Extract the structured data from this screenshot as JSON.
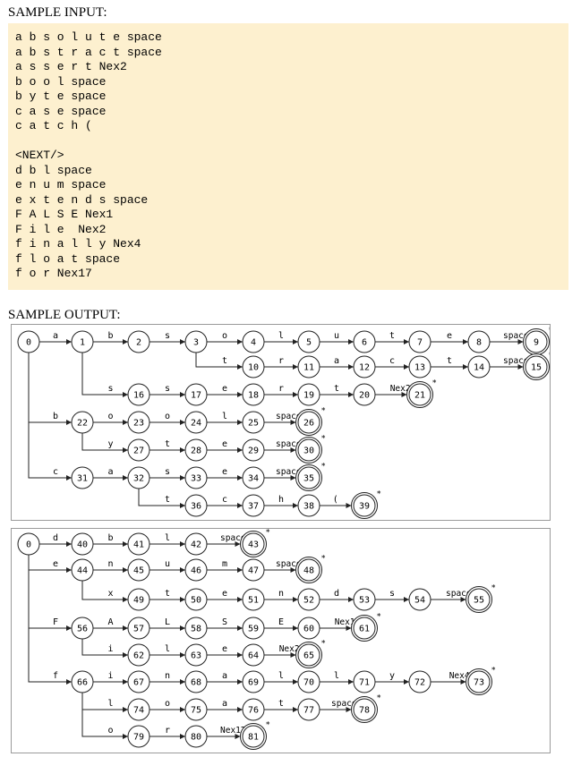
{
  "input_heading": "SAMPLE INPUT:",
  "input_lines": [
    "a b s o l u t e space",
    "a b s t r a c t space",
    "a s s e r t Nex2",
    "b o o l space",
    "b y t e space",
    "c a s e space",
    "c a t c h (",
    "",
    "<NEXT/>",
    "d b l space",
    "e n u m space",
    "e x t e n d s space",
    "F A L S E Nex1",
    "F i l e  Nex2",
    "f i n a l l y Nex4",
    "f l o a t space",
    "f o r Nex17"
  ],
  "output_heading": "SAMPLE OUTPUT:",
  "final_marker": "*",
  "diagrams": [
    {
      "root": "0",
      "edges": [
        [
          "0",
          "1",
          "a"
        ],
        [
          "1",
          "2",
          "b"
        ],
        [
          "2",
          "3",
          "s"
        ],
        [
          "3",
          "4",
          "o"
        ],
        [
          "4",
          "5",
          "l"
        ],
        [
          "5",
          "6",
          "u"
        ],
        [
          "6",
          "7",
          "t"
        ],
        [
          "7",
          "8",
          "e"
        ],
        [
          "8",
          "9",
          "space"
        ],
        [
          "3",
          "10",
          "t"
        ],
        [
          "10",
          "11",
          "r"
        ],
        [
          "11",
          "12",
          "a"
        ],
        [
          "12",
          "13",
          "c"
        ],
        [
          "13",
          "14",
          "t"
        ],
        [
          "14",
          "15",
          "space"
        ],
        [
          "1",
          "16",
          "s"
        ],
        [
          "16",
          "17",
          "s"
        ],
        [
          "17",
          "18",
          "e"
        ],
        [
          "18",
          "19",
          "r"
        ],
        [
          "19",
          "20",
          "t"
        ],
        [
          "20",
          "21",
          "Nex2"
        ],
        [
          "0",
          "22",
          "b"
        ],
        [
          "22",
          "23",
          "o"
        ],
        [
          "23",
          "24",
          "o"
        ],
        [
          "24",
          "25",
          "l"
        ],
        [
          "25",
          "26",
          "space"
        ],
        [
          "22",
          "27",
          "y"
        ],
        [
          "27",
          "28",
          "t"
        ],
        [
          "28",
          "29",
          "e"
        ],
        [
          "29",
          "30",
          "space"
        ],
        [
          "0",
          "31",
          "c"
        ],
        [
          "31",
          "32",
          "a"
        ],
        [
          "32",
          "33",
          "s"
        ],
        [
          "33",
          "34",
          "e"
        ],
        [
          "34",
          "35",
          "space"
        ],
        [
          "32",
          "36",
          "t"
        ],
        [
          "36",
          "37",
          "c"
        ],
        [
          "37",
          "38",
          "h"
        ],
        [
          "38",
          "39",
          "("
        ]
      ],
      "final_states": [
        "9",
        "15",
        "21",
        "26",
        "30",
        "35",
        "39"
      ]
    },
    {
      "root": "0",
      "edges": [
        [
          "0",
          "40",
          "d"
        ],
        [
          "40",
          "41",
          "b"
        ],
        [
          "41",
          "42",
          "l"
        ],
        [
          "42",
          "43",
          "space"
        ],
        [
          "0",
          "44",
          "e"
        ],
        [
          "44",
          "45",
          "n"
        ],
        [
          "45",
          "46",
          "u"
        ],
        [
          "46",
          "47",
          "m"
        ],
        [
          "47",
          "48",
          "space"
        ],
        [
          "44",
          "49",
          "x"
        ],
        [
          "49",
          "50",
          "t"
        ],
        [
          "50",
          "51",
          "e"
        ],
        [
          "51",
          "52",
          "n"
        ],
        [
          "52",
          "53",
          "d"
        ],
        [
          "53",
          "54",
          "s"
        ],
        [
          "54",
          "55",
          "space"
        ],
        [
          "0",
          "56",
          "F"
        ],
        [
          "56",
          "57",
          "A"
        ],
        [
          "57",
          "58",
          "L"
        ],
        [
          "58",
          "59",
          "S"
        ],
        [
          "59",
          "60",
          "E"
        ],
        [
          "60",
          "61",
          "Nex1"
        ],
        [
          "56",
          "62",
          "i"
        ],
        [
          "62",
          "63",
          "l"
        ],
        [
          "63",
          "64",
          "e"
        ],
        [
          "64",
          "65",
          "Nex2"
        ],
        [
          "0",
          "66",
          "f"
        ],
        [
          "66",
          "67",
          "i"
        ],
        [
          "67",
          "68",
          "n"
        ],
        [
          "68",
          "69",
          "a"
        ],
        [
          "69",
          "70",
          "l"
        ],
        [
          "70",
          "71",
          "l"
        ],
        [
          "71",
          "72",
          "y"
        ],
        [
          "72",
          "73",
          "Nex4"
        ],
        [
          "66",
          "74",
          "l"
        ],
        [
          "74",
          "75",
          "o"
        ],
        [
          "75",
          "76",
          "a"
        ],
        [
          "76",
          "77",
          "t"
        ],
        [
          "77",
          "78",
          "space"
        ],
        [
          "66",
          "79",
          "o"
        ],
        [
          "79",
          "80",
          "r"
        ],
        [
          "80",
          "81",
          "Nex17"
        ]
      ],
      "final_states": [
        "43",
        "48",
        "55",
        "61",
        "65",
        "73",
        "78",
        "81"
      ]
    }
  ]
}
